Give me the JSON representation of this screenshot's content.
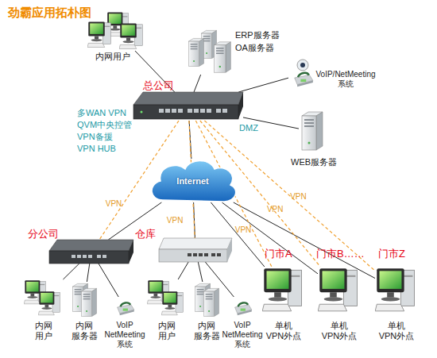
{
  "diagram": {
    "title": "劲霸应用拓朴图",
    "nodes": [
      {
        "text": [
          "内网用户"
        ]
      },
      {
        "text": [
          "ERP服务器",
          "OA服务器"
        ]
      },
      {
        "text": [
          "VoIP/NetMeeting 系统"
        ]
      },
      {
        "text": [
          "总公司"
        ]
      },
      {
        "text": [
          "WEB服务器"
        ]
      },
      {
        "text": [
          "Internet"
        ]
      },
      {
        "text": [
          "分公司"
        ]
      },
      {
        "text": [
          "仓库"
        ]
      },
      {
        "text": [
          "门市A",
          "单机 VPN外点"
        ]
      },
      {
        "text": [
          "门市B……",
          "单机 VPN外点"
        ]
      },
      {
        "text": [
          "门市Z",
          "单机 VPN外点"
        ]
      },
      {
        "text": [
          "内网 用户"
        ]
      },
      {
        "text": [
          "内网 服务器"
        ]
      },
      {
        "text": [
          "VoIP NetMeeting 系统"
        ]
      },
      {
        "text": [
          "内网 用户"
        ]
      },
      {
        "text": [
          "内网 服务器"
        ]
      },
      {
        "text": [
          "VoIP NetMeeting 系统"
        ]
      }
    ],
    "edges": [
      {
        "from": 3,
        "to": 0,
        "arrow": "none"
      },
      {
        "from": 3,
        "to": 1,
        "arrow": "none"
      },
      {
        "from": 3,
        "to": 2,
        "arrow": "none"
      },
      {
        "from": 3,
        "to": 4,
        "label": "DMZ",
        "arrow": "none"
      },
      {
        "from": 3,
        "to": 5,
        "arrow": "none"
      },
      {
        "from": 5,
        "to": 6,
        "arrow": "none"
      },
      {
        "from": 5,
        "to": 7,
        "arrow": "none"
      },
      {
        "from": 5,
        "to": 8,
        "arrow": "none"
      },
      {
        "from": 5,
        "to": 9,
        "arrow": "none"
      },
      {
        "from": 5,
        "to": 10,
        "arrow": "none"
      },
      {
        "from": 6,
        "to": 11,
        "arrow": "none"
      },
      {
        "from": 6,
        "to": 12,
        "arrow": "none"
      },
      {
        "from": 6,
        "to": 13,
        "arrow": "none"
      },
      {
        "from": 7,
        "to": 14,
        "arrow": "none"
      },
      {
        "from": 7,
        "to": 15,
        "arrow": "none"
      },
      {
        "from": 7,
        "to": 16,
        "arrow": "none"
      },
      {
        "from": 3,
        "to": 6,
        "label": "VPN",
        "arrow": "none"
      },
      {
        "from": 3,
        "to": 7,
        "label": "VPN",
        "arrow": "none"
      },
      {
        "from": 3,
        "to": 8,
        "label": "VPN",
        "arrow": "none"
      },
      {
        "from": 3,
        "to": 9,
        "label": "VPN",
        "arrow": "none"
      },
      {
        "from": 3,
        "to": 10,
        "label": "VPN",
        "arrow": "none"
      }
    ],
    "labels": [
      "多WAN VPN",
      "QVM中央控管",
      "VPN备援",
      "VPN HUB"
    ]
  }
}
